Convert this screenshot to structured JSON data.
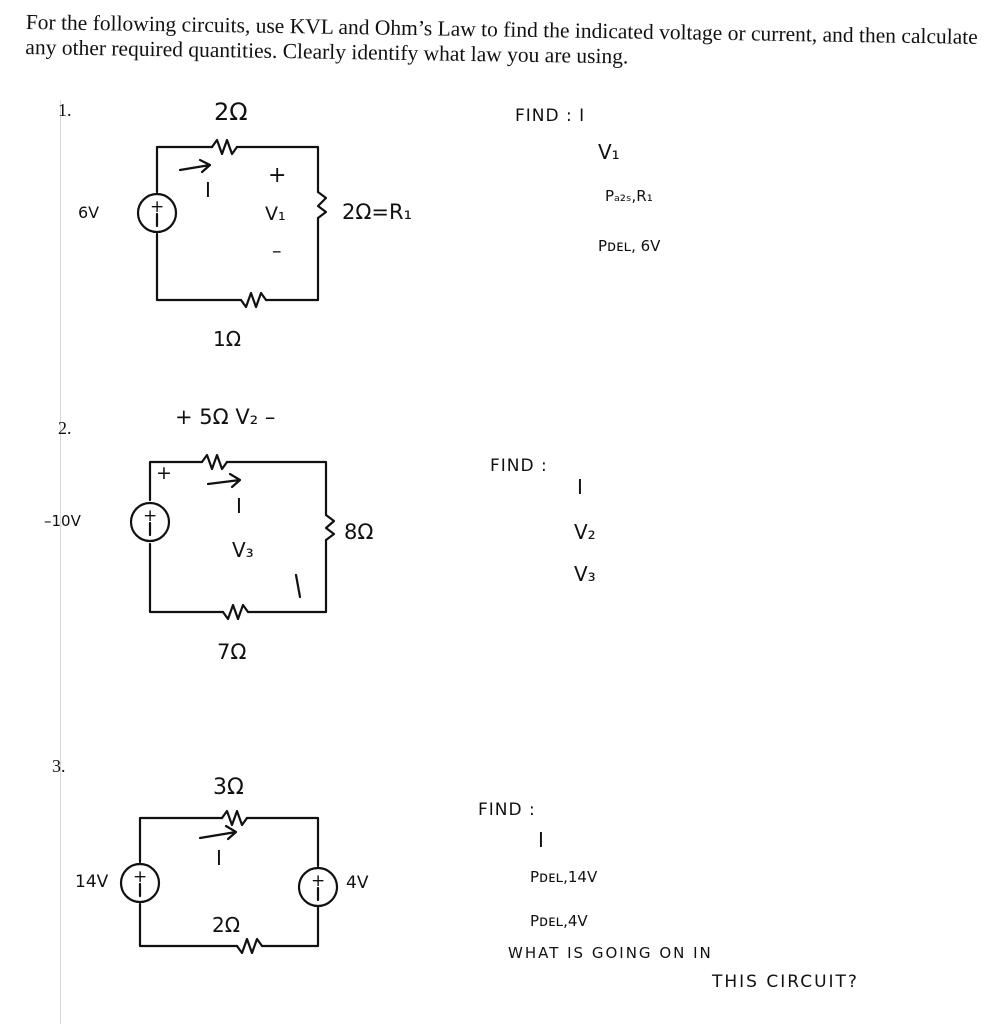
{
  "instructions": "For the following circuits, use KVL and Ohm’s Law to find the indicated voltage or current, and then calculate any other required quantities. Clearly identify what law you are using.",
  "problems": [
    {
      "number": "1.",
      "source_label": "6V",
      "source_sign": "+",
      "top_resistor": "2Ω",
      "current_label": "I",
      "v_plus": "+",
      "v_label": "V₁",
      "v_minus": "–",
      "right_resistor": "2Ω=R₁",
      "bottom_resistor": "1Ω",
      "find_title": "FIND : I",
      "find_items": [
        "V₁",
        "Pₐ₂ₛ,R₁",
        "Pᴅᴇʟ, 6V"
      ]
    },
    {
      "number": "2.",
      "source_label": "–10V",
      "source_sign": "+",
      "top_label": "+ 5Ω V₂ –",
      "plus_corner": "+",
      "current_label": "I",
      "v_label": "V₃",
      "v_minus": "–",
      "right_resistor": "8Ω",
      "bottom_resistor": "7Ω",
      "find_title": "FIND :",
      "find_items": [
        "I",
        "V₂",
        "V₃"
      ]
    },
    {
      "number": "3.",
      "left_source_label": "14V",
      "right_source_label": "4V",
      "source_sign": "+",
      "top_resistor": "3Ω",
      "current_label": "I",
      "bottom_resistor": "2Ω",
      "find_title": "FIND :",
      "find_items": [
        "I",
        "Pᴅᴇʟ,14V",
        "Pᴅᴇʟ,4V"
      ],
      "question_line1": "WHAT IS GOING ON IN",
      "question_line2": "THIS CIRCUIT?"
    }
  ]
}
